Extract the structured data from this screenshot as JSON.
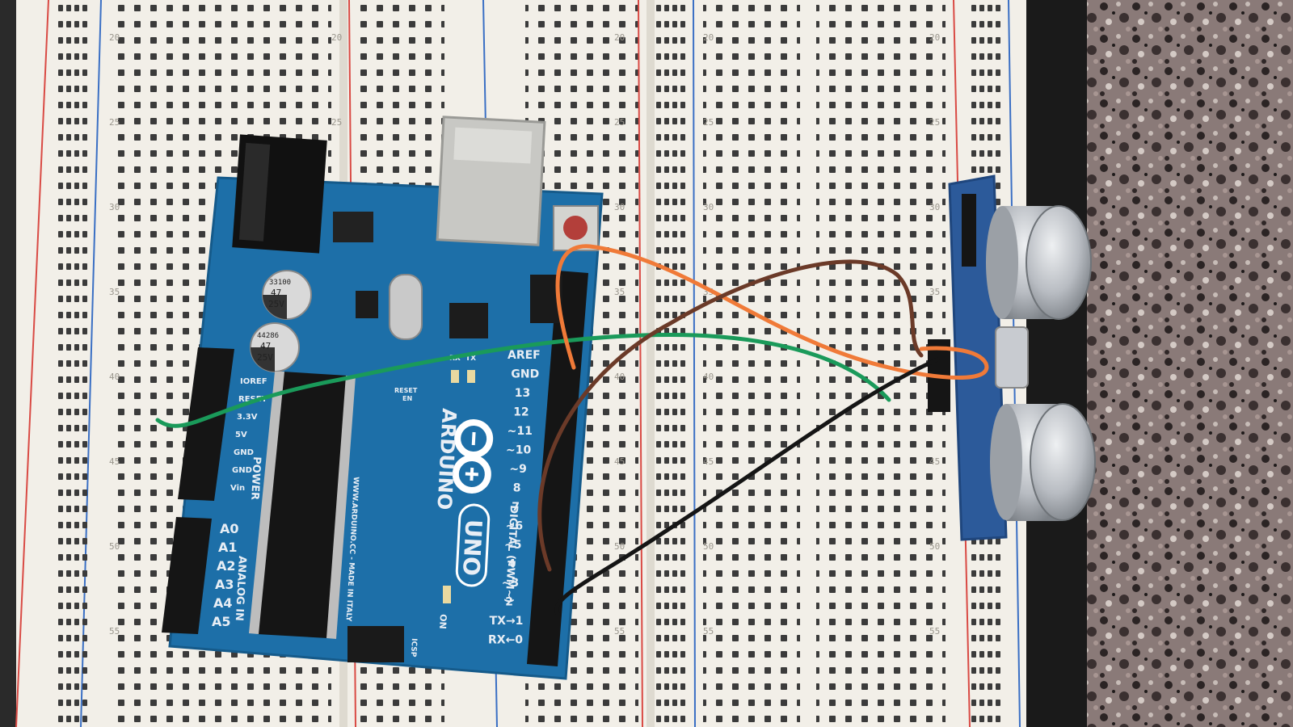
{
  "colors": {
    "background_left": "#2a2a2a",
    "granite": "#7d6c6c",
    "breadboard": "#f2efe8",
    "rail_red": "#d94a44",
    "rail_blue": "#3a6fc4",
    "arduino_blue": "#1d6fa8",
    "wire_green": "#1a9a5a",
    "wire_orange": "#f07a38",
    "wire_brown": "#6b3a28",
    "wire_black": "#151515",
    "sensor_pcb": "#2c5a9a",
    "transducer": "#c9cdd2"
  },
  "breadboard": {
    "row_numbers": [
      "20",
      "25",
      "30",
      "35",
      "40",
      "45",
      "50",
      "55"
    ]
  },
  "arduino": {
    "brand": "ARDUINO",
    "model": "UNO",
    "url": "WWW.ARDUINO.CC - MADE IN ITALY",
    "power_header": {
      "section": "POWER",
      "pins": [
        "IOREF",
        "RESET",
        "3.3V",
        "5V",
        "GND",
        "GND",
        "Vin"
      ]
    },
    "analog_header": {
      "section": "ANALOG IN",
      "pins": [
        "A0",
        "A1",
        "A2",
        "A3",
        "A4",
        "A5"
      ]
    },
    "digital_header": {
      "section": "DIGITAL (PWM~)",
      "pins": [
        "AREF",
        "GND",
        "13",
        "12",
        "~11",
        "~10",
        "~9",
        "8",
        "7",
        "~6",
        "~5",
        "4",
        "~3",
        "2",
        "TX→1",
        "RX←0"
      ]
    },
    "labels": {
      "reset": "RESET",
      "reset_en": "EN",
      "tx": "TX",
      "rx": "RX",
      "on": "ON",
      "icsp": "ICSP",
      "cap1": "33100",
      "cap1_value": "47",
      "cap1_voltage": "25V",
      "cap2": "44286",
      "cap2_value": "47",
      "cap2_voltage": "25V"
    }
  }
}
